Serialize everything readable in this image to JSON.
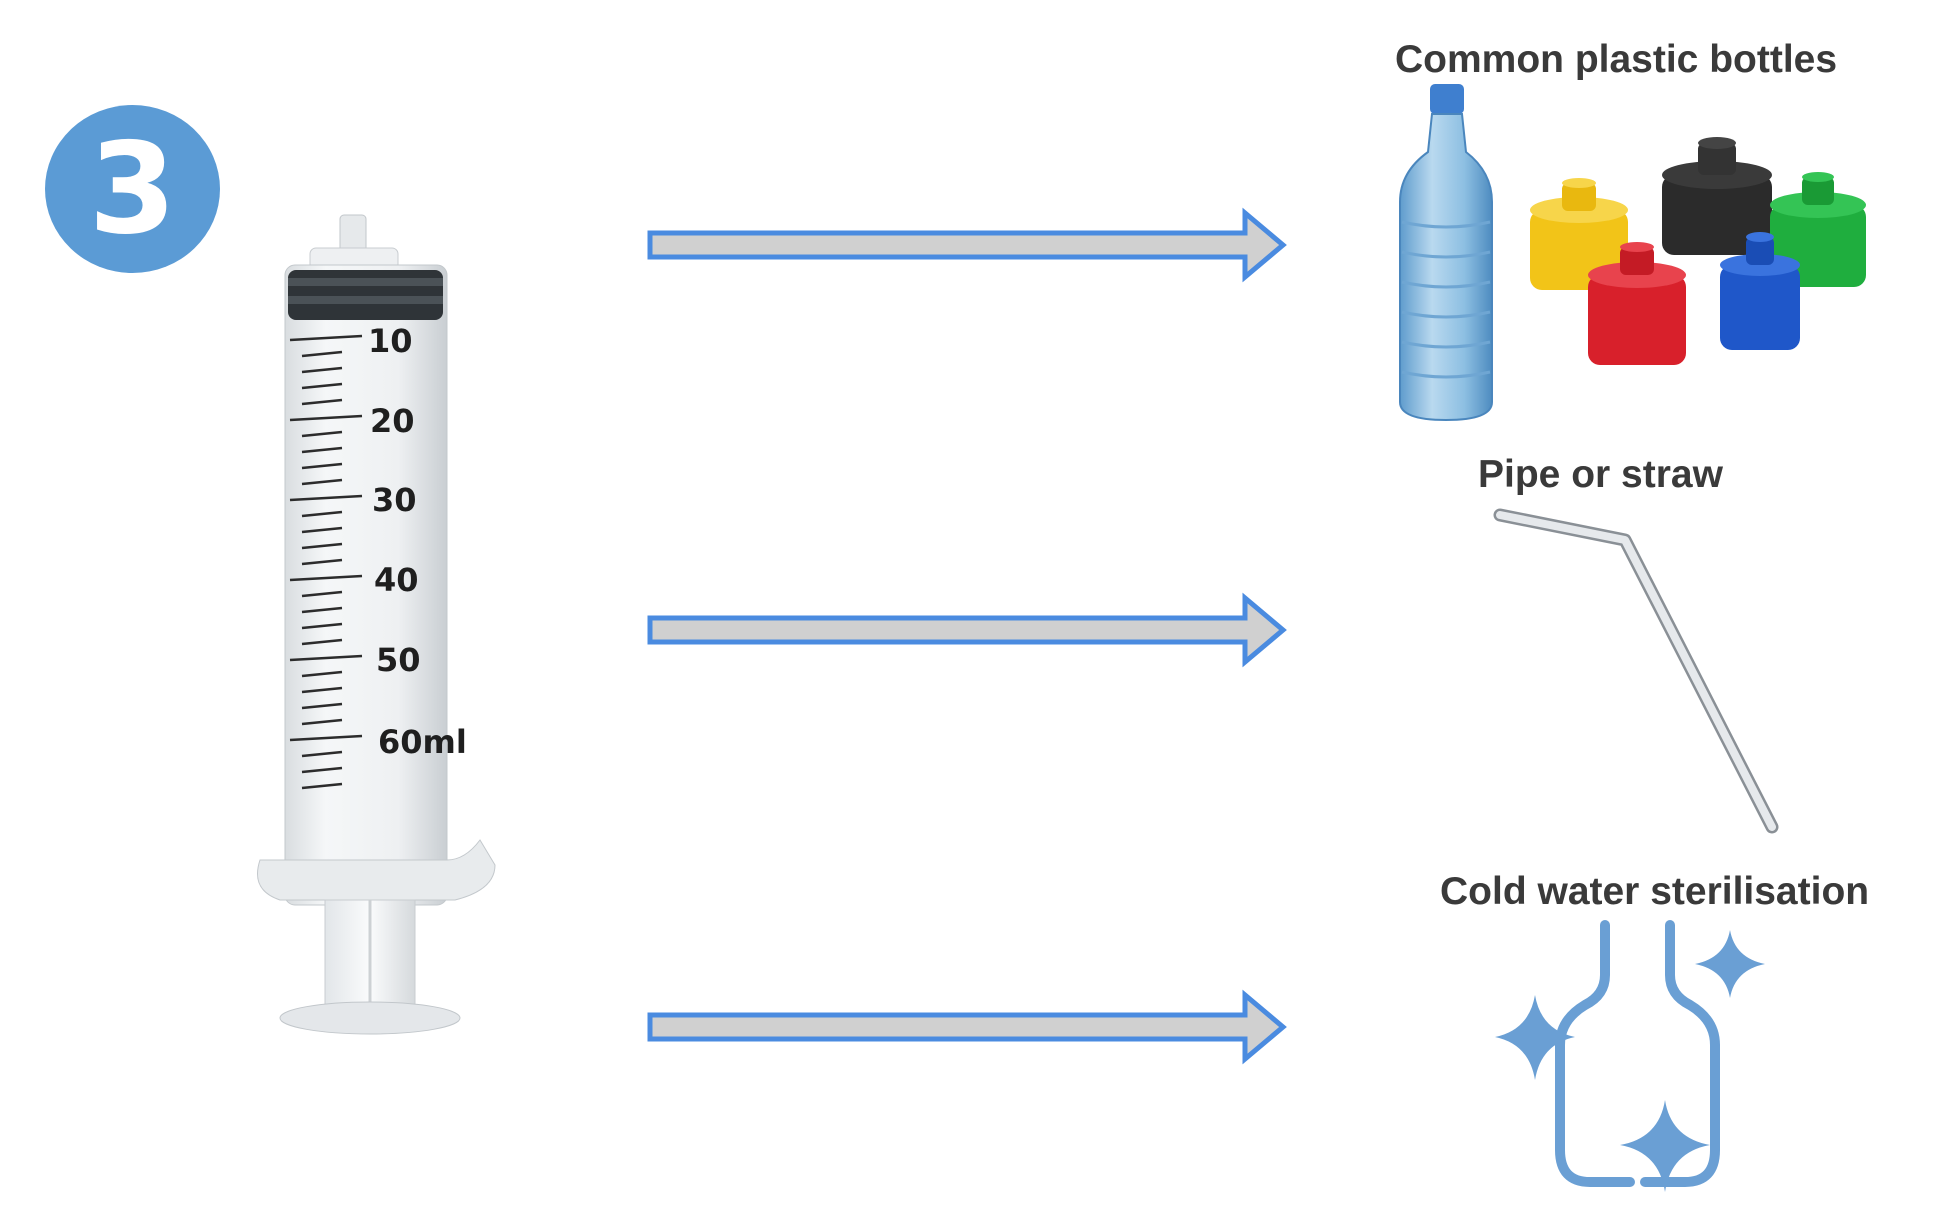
{
  "step": {
    "number": "3",
    "badge_color": "#5b9bd5"
  },
  "syringe": {
    "scale_labels": [
      "10",
      "20",
      "30",
      "40",
      "50",
      "60ml"
    ]
  },
  "arrows": {
    "count": 3,
    "fill_color": "#d0d0d0",
    "stroke_color": "#4a8be0"
  },
  "targets": [
    {
      "label": "Common plastic bottles",
      "icon": "plastic-bottles-icon"
    },
    {
      "label": "Pipe or straw",
      "icon": "straw-icon"
    },
    {
      "label": "Cold water sterilisation",
      "icon": "sterilisation-icon"
    }
  ],
  "colors": {
    "accent_blue": "#5b9bd5",
    "caption_text": "#3a3a3a",
    "bottle_blue": "#7fb3dd",
    "cap_yellow": "#f2c418",
    "cap_black": "#2b2b2b",
    "cap_green": "#1fae3e",
    "cap_red": "#d8202b",
    "cap_blue": "#1f57c9"
  }
}
